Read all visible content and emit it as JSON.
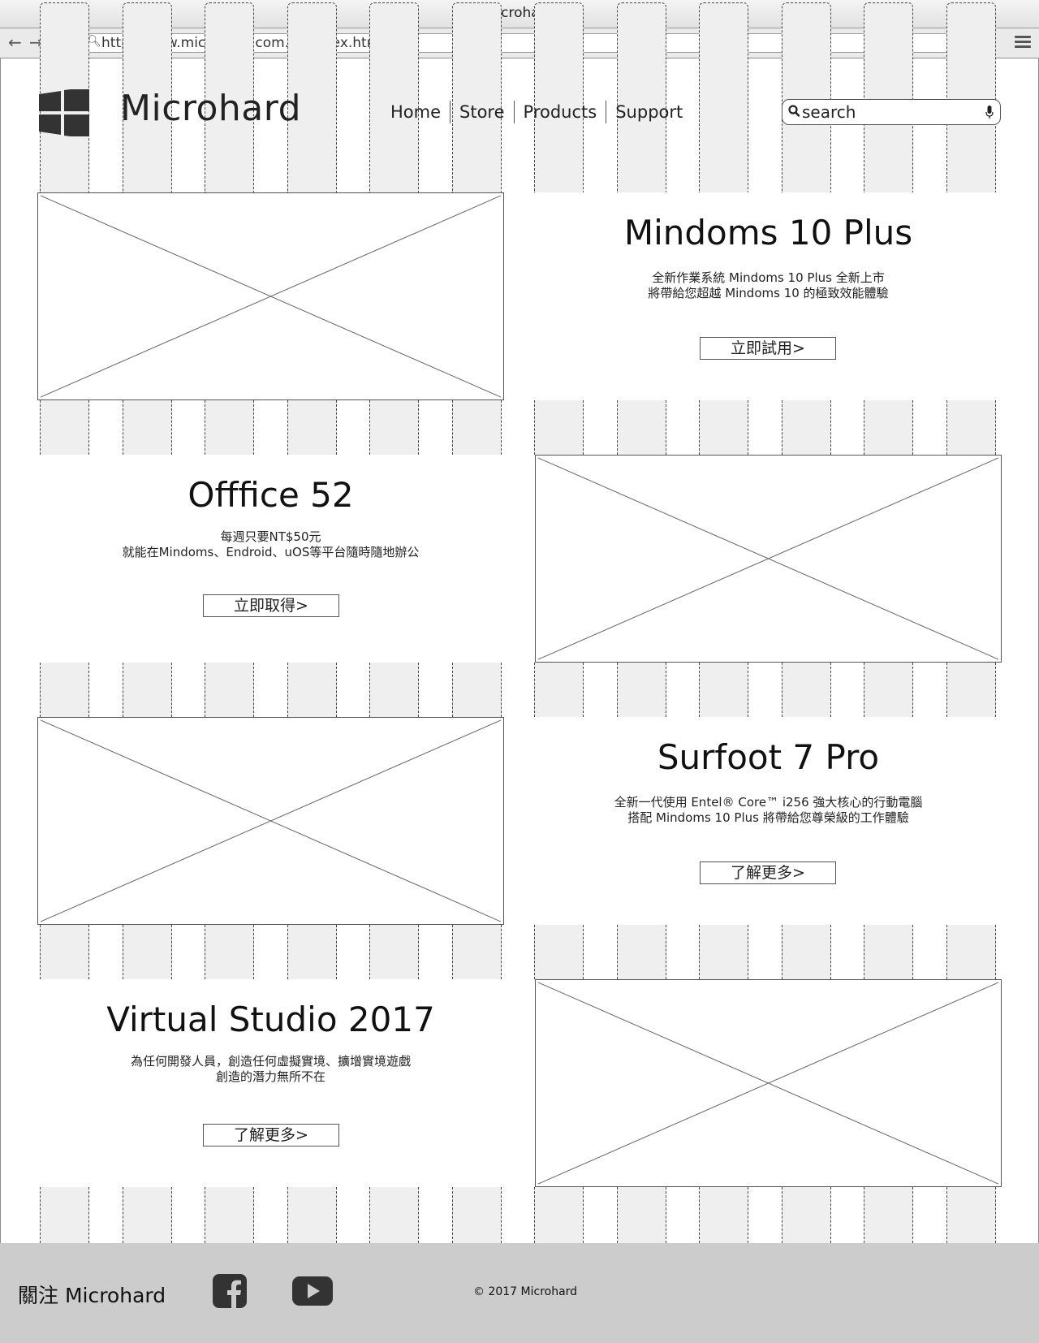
{
  "browser": {
    "window_title": "Microhard",
    "url": "http://www.microhard.com.tw/index.html"
  },
  "site": {
    "brand": "Microhard",
    "nav": [
      "Home",
      "Store",
      "Products",
      "Support"
    ],
    "search_placeholder": "search"
  },
  "sections": [
    {
      "title": "Mindoms 10 Plus",
      "lines": [
        "全新作業系統 Mindoms 10 Plus 全新上市",
        "將帶給您超越 Mindoms 10 的極致效能體驗"
      ],
      "button": "立即試用>"
    },
    {
      "title": "Offfice 52",
      "lines": [
        "每週只要NT$50元",
        "就能在Mindoms、Endroid、uOS等平台隨時隨地辦公"
      ],
      "button": "立即取得>"
    },
    {
      "title": "Surfoot 7 Pro",
      "lines": [
        "全新一代使用 Entel® Core™ i256 強大核心的行動電腦",
        "搭配 Mindoms 10 Plus 將帶給您尊榮級的工作體驗"
      ],
      "button": "了解更多>"
    },
    {
      "title": "Virtual Studio 2017",
      "lines": [
        "為任何開發人員，創造任何虛擬實境、擴增實境遊戲",
        "創造的潛力無所不在"
      ],
      "button": "了解更多>"
    }
  ],
  "footer": {
    "follow_label": "關注 Microhard",
    "copyright": "© 2017 Microhard"
  },
  "icons": {
    "logo": "windows-logo-icon",
    "search": "magnifier-icon",
    "mic": "microphone-icon",
    "facebook": "facebook-icon",
    "youtube": "youtube-icon",
    "menu": "hamburger-menu-icon"
  },
  "colors": {
    "grid_fill": "#efefef",
    "footer_bg": "#cccccc",
    "logo": "#333333"
  }
}
